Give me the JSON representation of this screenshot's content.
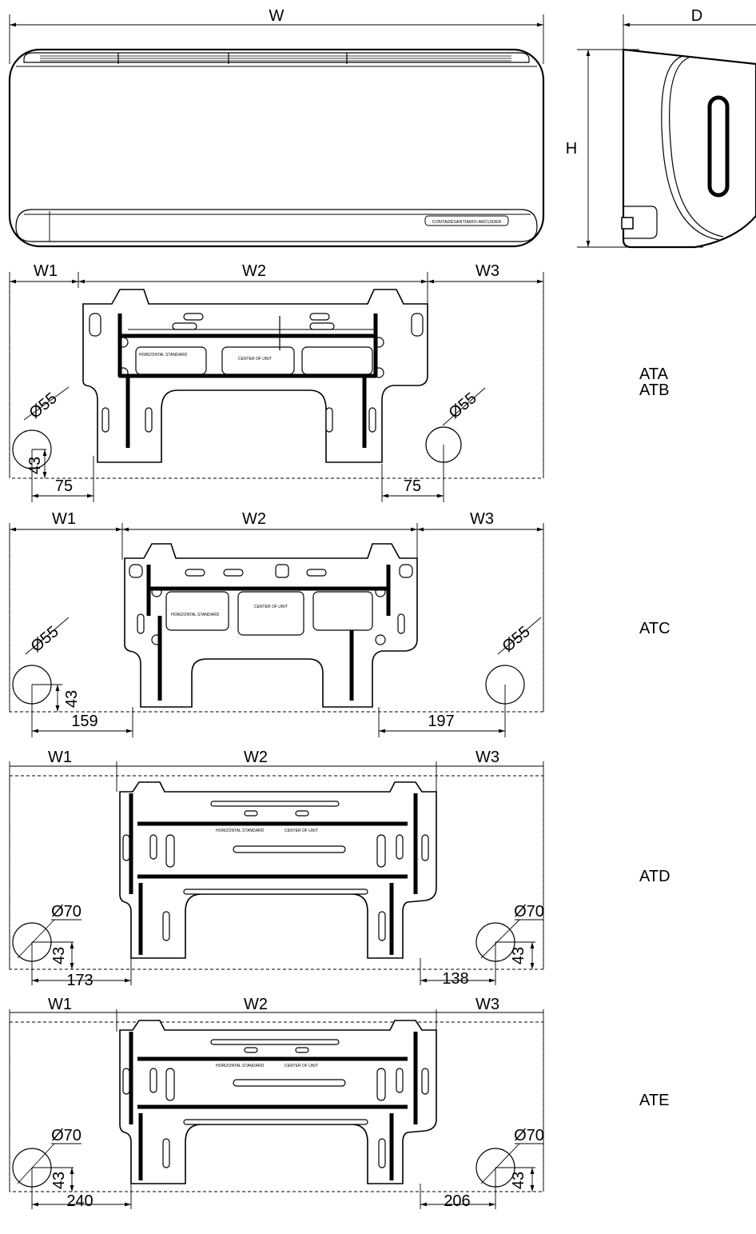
{
  "unit_labels": {
    "width": "W",
    "depth": "D",
    "height": "H"
  },
  "sections": [
    {
      "model": "ATA\nATB",
      "model_lines": [
        "ATA",
        "ATB"
      ],
      "w1": "W1",
      "w2": "W2",
      "w3": "W3",
      "hole_left": "Ø55",
      "hole_right": "Ø55",
      "left_offset": "75",
      "right_offset": "75",
      "hole_height": "43"
    },
    {
      "model_lines": [
        "ATC"
      ],
      "w1": "W1",
      "w2": "W2",
      "w3": "W3",
      "hole_left": "Ø55",
      "hole_right": "Ø55",
      "left_offset": "159",
      "right_offset": "197",
      "hole_height": "43"
    },
    {
      "model_lines": [
        "ATD"
      ],
      "w1": "W1",
      "w2": "W2",
      "w3": "W3",
      "hole_left": "Ø70",
      "hole_right": "Ø70",
      "left_offset": "173",
      "right_offset": "138",
      "hole_height_left": "43",
      "hole_height_right": "43"
    },
    {
      "model_lines": [
        "ATE"
      ],
      "w1": "W1",
      "w2": "W2",
      "w3": "W3",
      "hole_left": "Ø70",
      "hole_right": "Ø70",
      "left_offset": "240",
      "right_offset": "206",
      "hole_height_left": "43",
      "hole_height_right": "43"
    }
  ],
  "plate_labels": {
    "horizontal_standard": "HORIZONTAL STANDARD",
    "center_of_unit": "CENTER OF UNIT",
    "unit_badge": "CONTADESANTIARIO-ARCUIDER"
  }
}
